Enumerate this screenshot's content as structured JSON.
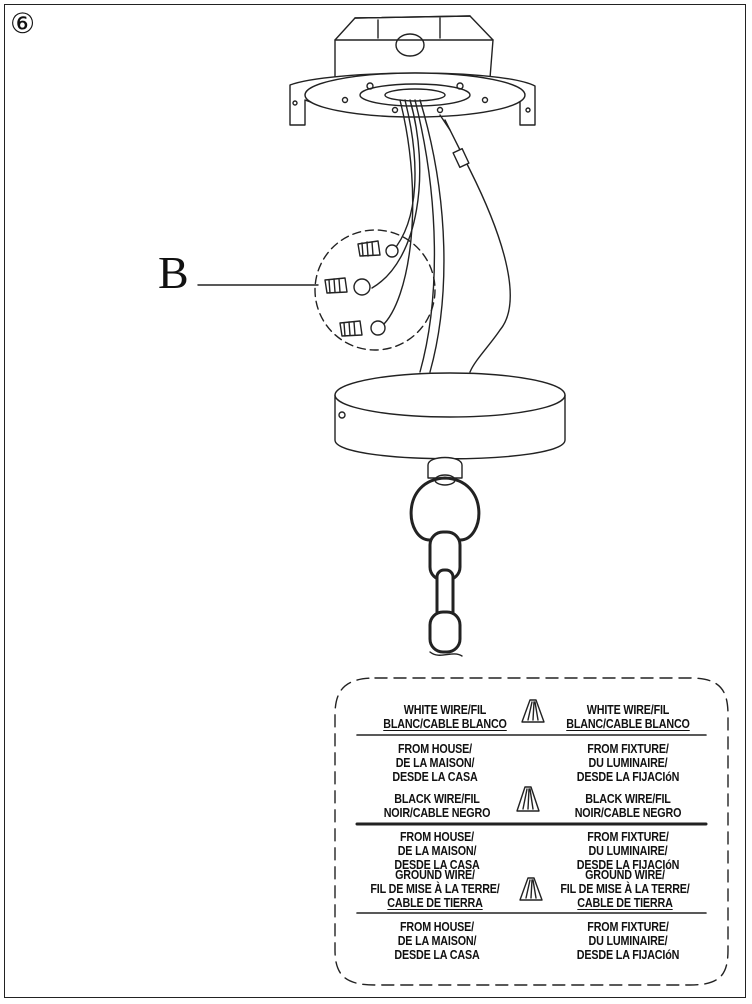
{
  "step": {
    "number": "⑥"
  },
  "callout": {
    "label": "B"
  },
  "legend": {
    "rows": [
      {
        "wire_left": [
          "WHITE WIRE/FIL",
          "BLANC/CABLE BLANCO"
        ],
        "wire_right": [
          "WHITE WIRE/FIL",
          "BLANC/CABLE BLANCO"
        ],
        "from_house": [
          "FROM HOUSE/",
          "DE LA MAISON/",
          "DESDE LA CASA"
        ],
        "from_fixture": [
          "FROM FIXTURE/",
          "DU LUMINAIRE/",
          "DESDE LA FIJACIóN"
        ]
      },
      {
        "wire_left": [
          "BLACK WIRE/FIL",
          "NOIR/CABLE NEGRO"
        ],
        "wire_right": [
          "BLACK WIRE/FIL",
          "NOIR/CABLE NEGRO"
        ],
        "from_house": [
          "FROM HOUSE/",
          "DE LA MAISON/",
          "DESDE LA CASA"
        ],
        "from_fixture": [
          "FROM FIXTURE/",
          "DU LUMINAIRE/",
          "DESDE LA FIJACIóN"
        ]
      },
      {
        "wire_left": [
          "GROUND WIRE/",
          "FIL DE MISE À LA TERRE/",
          "CABLE DE TIERRA"
        ],
        "wire_right": [
          "GROUND WIRE/",
          "FIL DE MISE À LA TERRE/",
          "CABLE DE TIERRA"
        ],
        "from_house": [
          "FROM HOUSE/",
          "DE LA MAISON/",
          "DESDE LA CASA"
        ],
        "from_fixture": [
          "FROM FIXTURE/",
          "DU LUMINAIRE/",
          "DESDE LA FIJACIóN"
        ]
      }
    ]
  },
  "colors": {
    "line": "#222222",
    "fill": "#ffffff"
  }
}
